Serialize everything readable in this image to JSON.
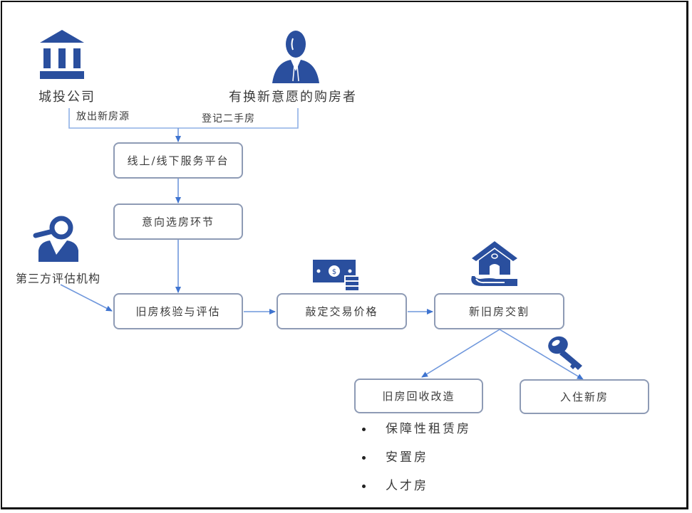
{
  "colors": {
    "icon_blue": "#2a4f9e",
    "arrow_blue": "#5b8ad6",
    "box_border": "#8e9bb5",
    "frame": "#111111"
  },
  "actors": {
    "chengtou": {
      "label": "城投公司",
      "icon": "bank-icon"
    },
    "buyer": {
      "label": "有换新意愿的购房者",
      "icon": "businessman-icon"
    },
    "appraiser": {
      "label": "第三方评估机构",
      "icon": "person-search-icon"
    }
  },
  "edge_labels": {
    "release_new_listings": "放出新房源",
    "register_second_hand": "登记二手房"
  },
  "steps": {
    "platform": "线上/线下服务平台",
    "selection": "意向选房环节",
    "inspection": "旧房核验与评估",
    "pricing": "敲定交易价格",
    "handover": "新旧房交割",
    "recycle": "旧房回收改造",
    "move_in": "入住新房"
  },
  "step_icons": {
    "pricing": "money-cash-icon",
    "handover": "house-in-hand-icon",
    "move_in": "key-icon"
  },
  "recycle_uses": [
    "保障性租赁房",
    "安置房",
    "人才房"
  ]
}
